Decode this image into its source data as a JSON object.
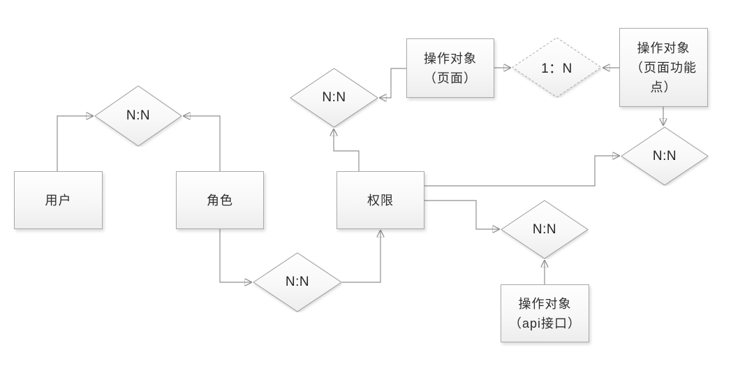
{
  "diagram": {
    "entities": [
      {
        "id": "user",
        "lines": [
          "用户"
        ]
      },
      {
        "id": "role",
        "lines": [
          "角色"
        ]
      },
      {
        "id": "permission",
        "lines": [
          "权限"
        ]
      },
      {
        "id": "op-page",
        "lines": [
          "操作对象",
          "（页面）"
        ]
      },
      {
        "id": "op-page-feature",
        "lines": [
          "操作对象",
          "（页面功能",
          "点）"
        ]
      },
      {
        "id": "op-api",
        "lines": [
          "操作对象",
          "（api接口）"
        ]
      }
    ],
    "relationships": [
      {
        "id": "user-role",
        "label": "N:N",
        "style": "solid"
      },
      {
        "id": "role-permission",
        "label": "N:N",
        "style": "solid"
      },
      {
        "id": "permission-page",
        "label": "N:N",
        "style": "solid"
      },
      {
        "id": "page-pagefeature",
        "label": "1：N",
        "style": "dashed"
      },
      {
        "id": "pagefeature-permission",
        "label": "N:N",
        "style": "solid"
      },
      {
        "id": "permission-api",
        "label": "N:N",
        "style": "solid"
      }
    ],
    "colors": {
      "background": "#ffffff",
      "node_fill_top": "#fefefe",
      "node_fill_bottom": "#ededed",
      "node_border": "#a9a9a9",
      "connector": "#8f8f8f",
      "arrowhead": "#5a5d60",
      "text": "#2d2d2d"
    }
  }
}
